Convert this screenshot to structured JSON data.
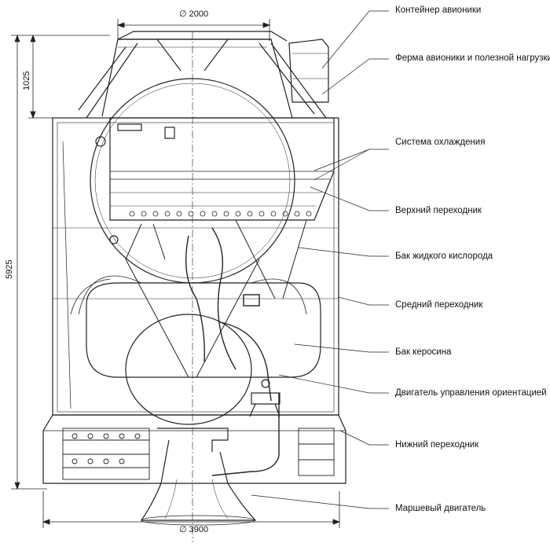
{
  "dimensions": {
    "top_diameter": "∅ 2000",
    "bottom_diameter": "∅ 3900",
    "avionics_height": "1025",
    "total_height": "5925"
  },
  "callouts": [
    "Контейнер авионики",
    "Ферма авионики и полезной нагрузки",
    "Система охлаждения",
    "Верхний переходник",
    "Бак жидкого кислорода",
    "Средний переходник",
    "Бак керосина",
    "Двигатель управления ориентацией",
    "Нижний переходник",
    "Маршевый двигатель"
  ]
}
